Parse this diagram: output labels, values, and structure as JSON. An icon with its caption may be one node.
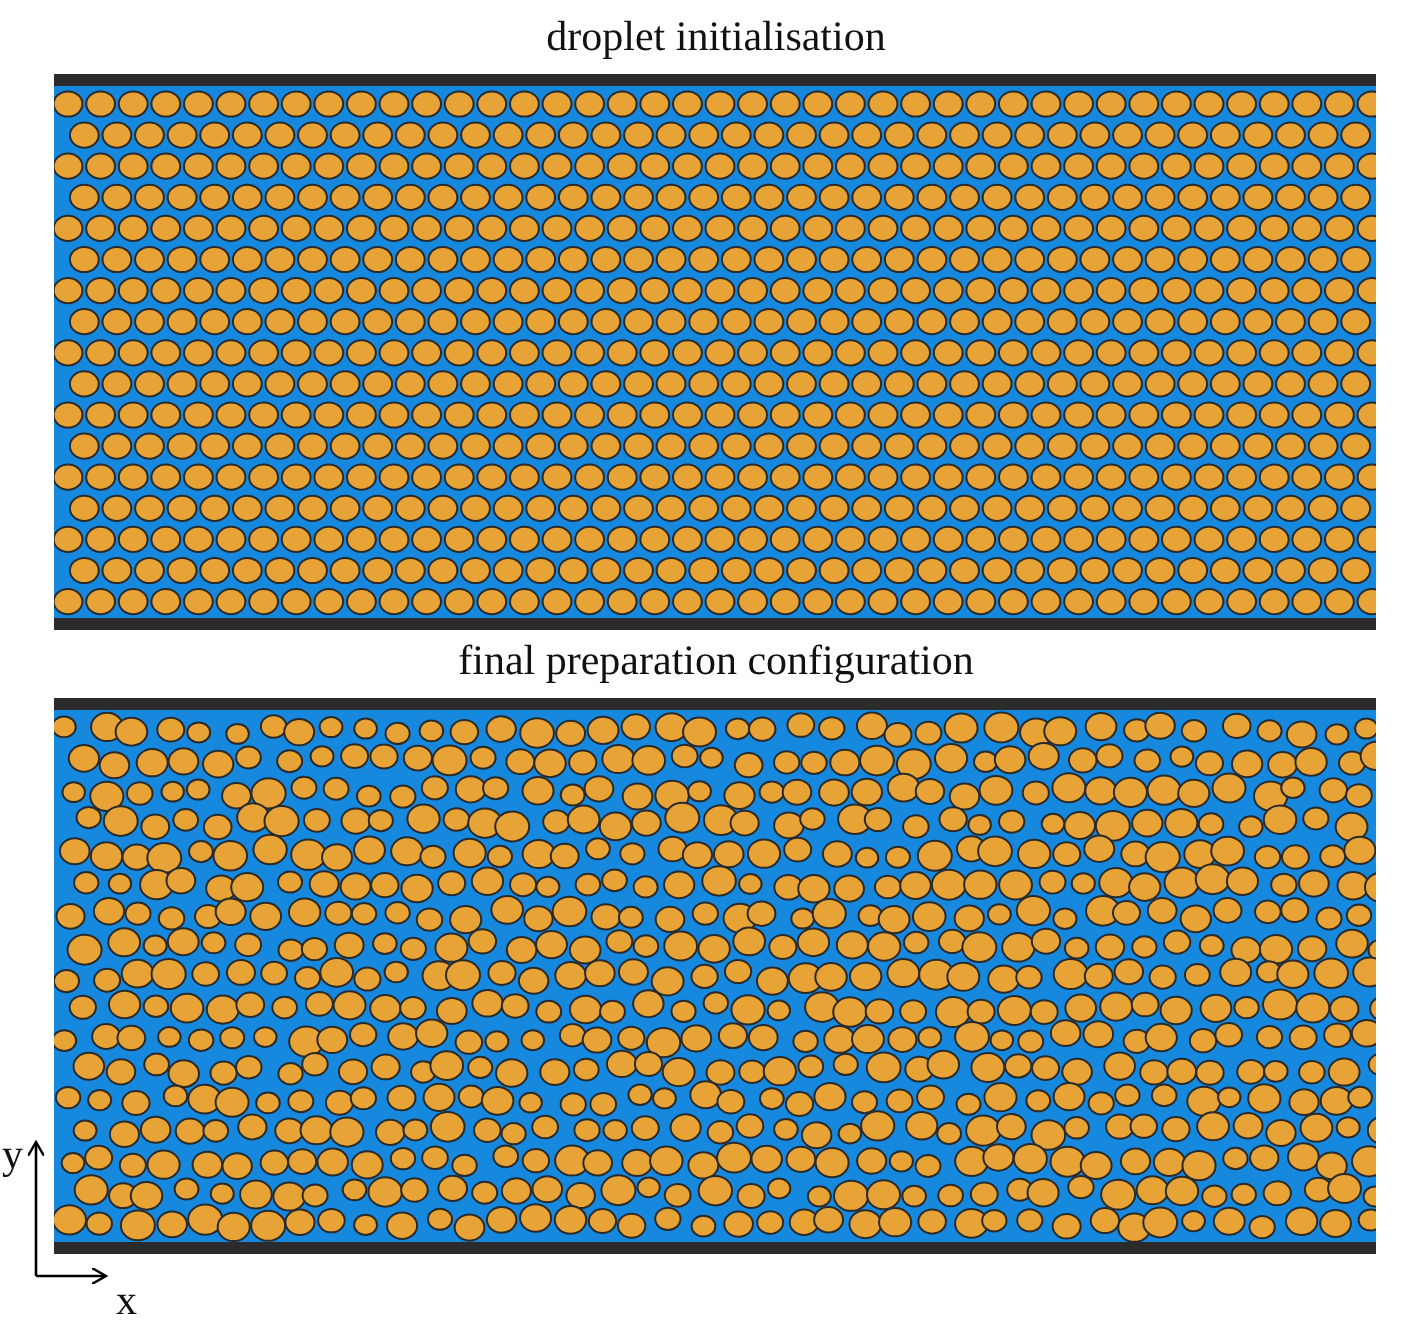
{
  "diagram": {
    "labels": [
      "droplet initialisation",
      "final preparation configuration",
      "y",
      "x"
    ]
  }
}
